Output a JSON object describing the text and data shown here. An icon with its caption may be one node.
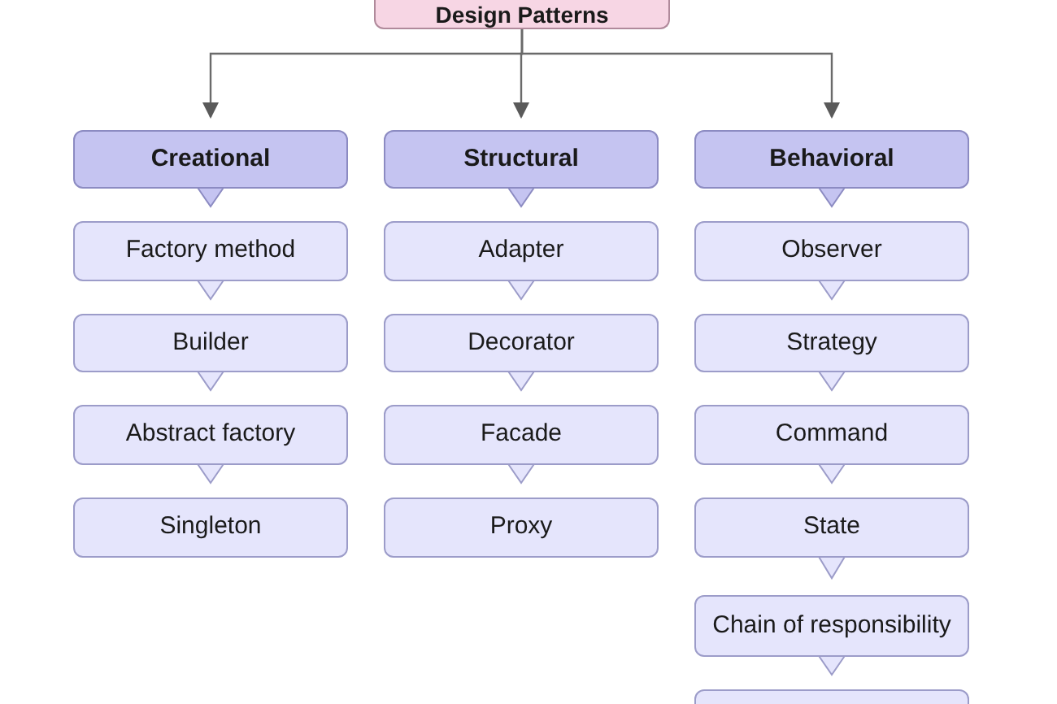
{
  "diagram": {
    "nodes": [
      {
        "text": [
          "Design Patterns"
        ]
      },
      {
        "text": [
          "Creational"
        ]
      },
      {
        "text": [
          "Factory method"
        ]
      },
      {
        "text": [
          "Builder"
        ]
      },
      {
        "text": [
          "Abstract factory"
        ]
      },
      {
        "text": [
          "Singleton"
        ]
      },
      {
        "text": [
          "Structural"
        ]
      },
      {
        "text": [
          "Adapter"
        ]
      },
      {
        "text": [
          "Decorator"
        ]
      },
      {
        "text": [
          "Facade"
        ]
      },
      {
        "text": [
          "Proxy"
        ]
      },
      {
        "text": [
          "Behavioral"
        ]
      },
      {
        "text": [
          "Observer"
        ]
      },
      {
        "text": [
          "Strategy"
        ]
      },
      {
        "text": [
          "Command"
        ]
      },
      {
        "text": [
          "State"
        ]
      },
      {
        "text": [
          "Chain of responsibility"
        ]
      },
      {
        "text": [],
        "shape": "box"
      }
    ],
    "edges": [
      {
        "from": 0,
        "to": 1,
        "arrow": "to",
        "color": "#6a6a6a"
      },
      {
        "from": 0,
        "to": 6,
        "arrow": "to",
        "color": "#6a6a6a"
      },
      {
        "from": 0,
        "to": 11,
        "arrow": "to",
        "color": "#6a6a6a"
      },
      {
        "from": 1,
        "to": 2,
        "arrow": "to"
      },
      {
        "from": 2,
        "to": 3,
        "arrow": "to"
      },
      {
        "from": 3,
        "to": 4,
        "arrow": "to"
      },
      {
        "from": 4,
        "to": 5,
        "arrow": "to"
      },
      {
        "from": 6,
        "to": 7,
        "arrow": "to"
      },
      {
        "from": 7,
        "to": 8,
        "arrow": "to"
      },
      {
        "from": 8,
        "to": 9,
        "arrow": "to"
      },
      {
        "from": 9,
        "to": 10,
        "arrow": "to"
      },
      {
        "from": 11,
        "to": 12,
        "arrow": "to"
      },
      {
        "from": 12,
        "to": 13,
        "arrow": "to"
      },
      {
        "from": 13,
        "to": 14,
        "arrow": "to"
      },
      {
        "from": 14,
        "to": 15,
        "arrow": "to"
      },
      {
        "from": 15,
        "to": 16,
        "arrow": "to"
      },
      {
        "from": 16,
        "to": 17,
        "arrow": "to"
      }
    ]
  }
}
